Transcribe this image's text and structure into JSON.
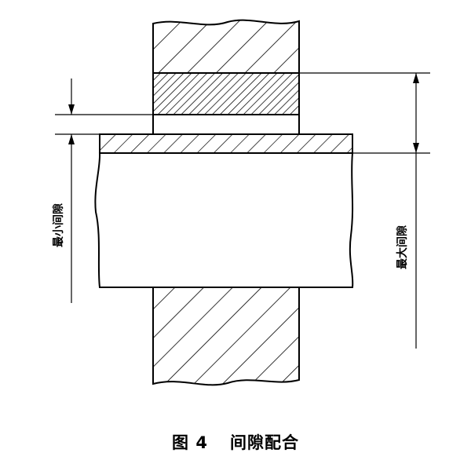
{
  "figure": {
    "labels": {
      "min_clearance": "最小间隙",
      "max_clearance": "最大间隙"
    },
    "caption": {
      "number": "图 4",
      "title": "间隙配合"
    }
  }
}
